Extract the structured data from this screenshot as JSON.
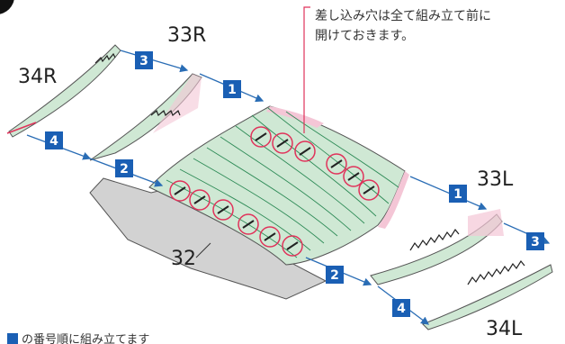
{
  "step_marker_color": "#1a5fb4",
  "accent_colors": {
    "leader_line": "#e0325a",
    "hole_circle": "#e0325a",
    "card_green": "#cfe8d4",
    "card_pink": "#f4c6d6",
    "base_gray": "#d2d2d2"
  },
  "parts": {
    "part_34r": "34R",
    "part_33r": "33R",
    "part_33l": "33L",
    "part_34l": "34L",
    "part_32": "32"
  },
  "note": {
    "line1": "差し込み穴は全て組み立て前に",
    "line2": "開けておきます。"
  },
  "steps": {
    "s1_top": "1",
    "s1_right": "1",
    "s2_left": "2",
    "s2_bottom": "2",
    "s3_top": "3",
    "s3_right": "3",
    "s4_left": "4",
    "s4_bottom": "4"
  },
  "footer": {
    "text": "の番号順に組み立てます"
  }
}
